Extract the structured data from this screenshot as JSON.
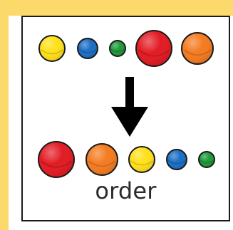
{
  "caption": "order",
  "colors": {
    "background": "#fbd96a",
    "panel": "#ffffff",
    "border": "#1a1a1a",
    "arrow": "#000000",
    "ball_red": "#e21b23",
    "ball_orange": "#f47b20",
    "ball_yellow": "#ffe01a",
    "ball_blue": "#1b6fc6",
    "ball_green": "#1f9a3a"
  },
  "top_row": [
    "yellow",
    "blue",
    "green",
    "red",
    "orange"
  ],
  "bottom_row": [
    "red",
    "orange",
    "yellow",
    "blue",
    "green"
  ],
  "arrow_direction": "down"
}
